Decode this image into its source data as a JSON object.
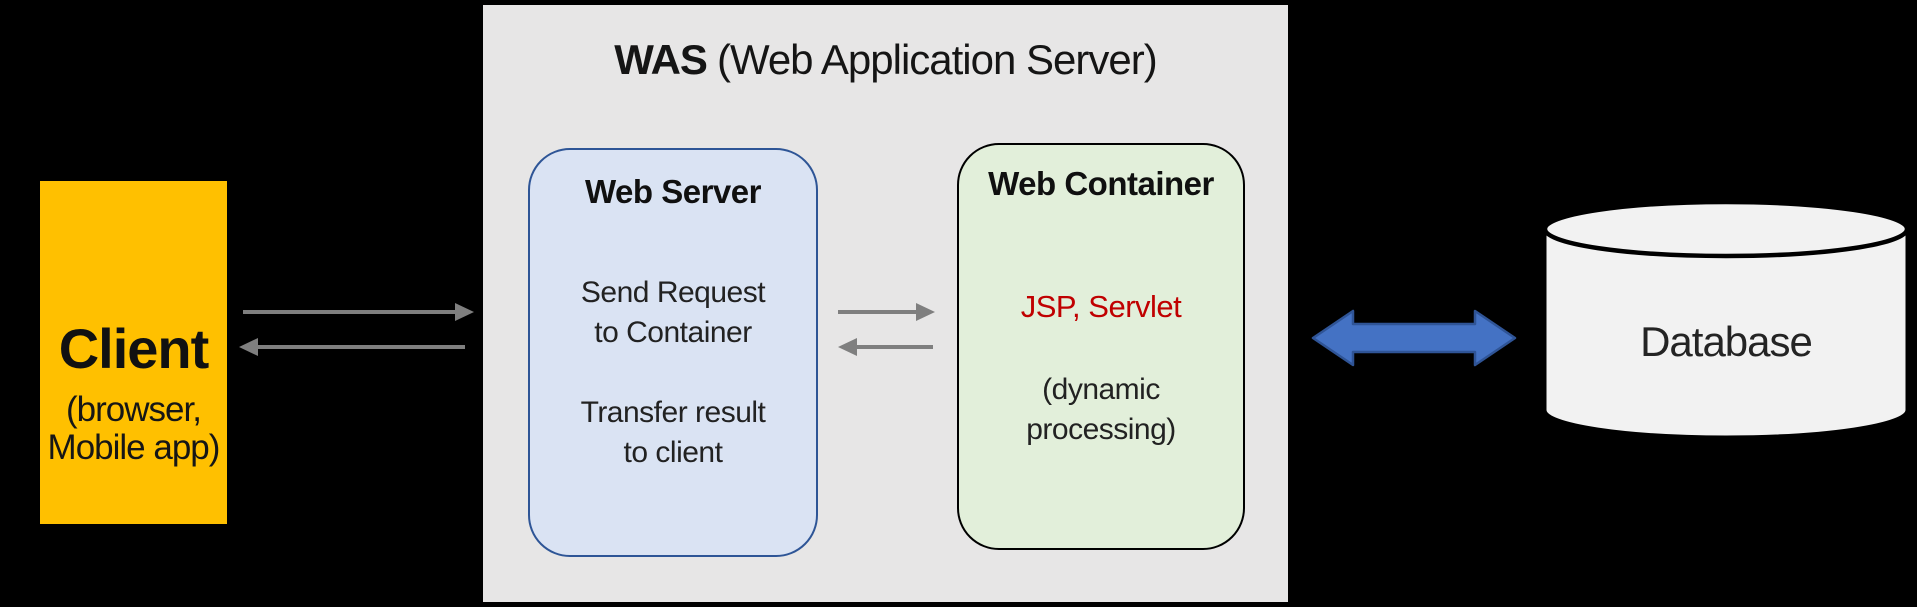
{
  "diagram": {
    "title": {
      "bold": "WAS",
      "rest": "(Web Application Server)"
    }
  },
  "client": {
    "title": "Client",
    "lines": [
      "(browser,",
      "Mobile app)"
    ],
    "fill": "#FFC000"
  },
  "was_panel": {
    "fill": "#E7E6E6"
  },
  "web_server": {
    "title": "Web Server",
    "paragraph1": [
      "Send Request",
      "to Container"
    ],
    "paragraph2": [
      "Transfer result",
      "to client"
    ],
    "fill": "#DAE3F3",
    "border": "#2E5596"
  },
  "web_container": {
    "title": "Web Container",
    "tech": "JSP, Servlet",
    "tech_color": "#C00000",
    "note": [
      "(dynamic",
      "processing)"
    ],
    "fill": "#E2EFDA",
    "border": "#000000"
  },
  "database": {
    "label": "Database",
    "fill": "#F2F2F2",
    "stroke": "#000000"
  },
  "arrows": {
    "client_to_was": "request arrow (client to WAS)",
    "was_to_client": "response arrow (WAS to client)",
    "server_to_container": "forward arrow (web server to web container)",
    "container_to_server": "return arrow (web container to web server)",
    "was_to_database": "bidirectional arrow (WAS to database)",
    "gray": "#7F7F7F",
    "blue_fill": "#4472C4",
    "blue_border": "#2F5496"
  }
}
